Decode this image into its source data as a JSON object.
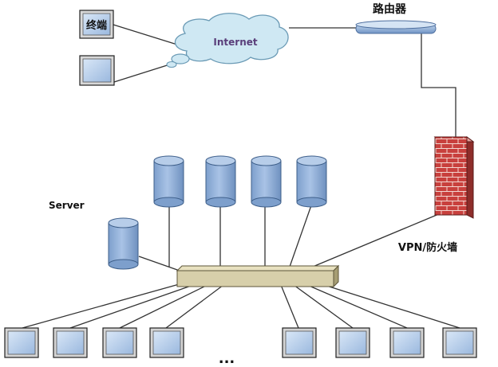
{
  "labels": {
    "terminal": "终端",
    "internet": "Internet",
    "router": "路由器",
    "server": "Server",
    "firewall": "VPN/防火墙",
    "ellipsis": "..."
  },
  "colors": {
    "cylinder_fill": "#8fb0d8",
    "cylinder_stroke": "#3e5f8a",
    "cloud_fill": "#cfe8f3",
    "cloud_stroke": "#6a9ab5",
    "switch_fill": "#d7cfaa",
    "firewall_fill": "#c8403d",
    "monitor_fill": "#b9cfea",
    "line": "#333333",
    "internet_text": "#5a3e7a"
  },
  "icons": [
    "cloud-icon",
    "router-icon",
    "firewall-icon",
    "switch-icon",
    "server-icon",
    "monitor-icon"
  ]
}
